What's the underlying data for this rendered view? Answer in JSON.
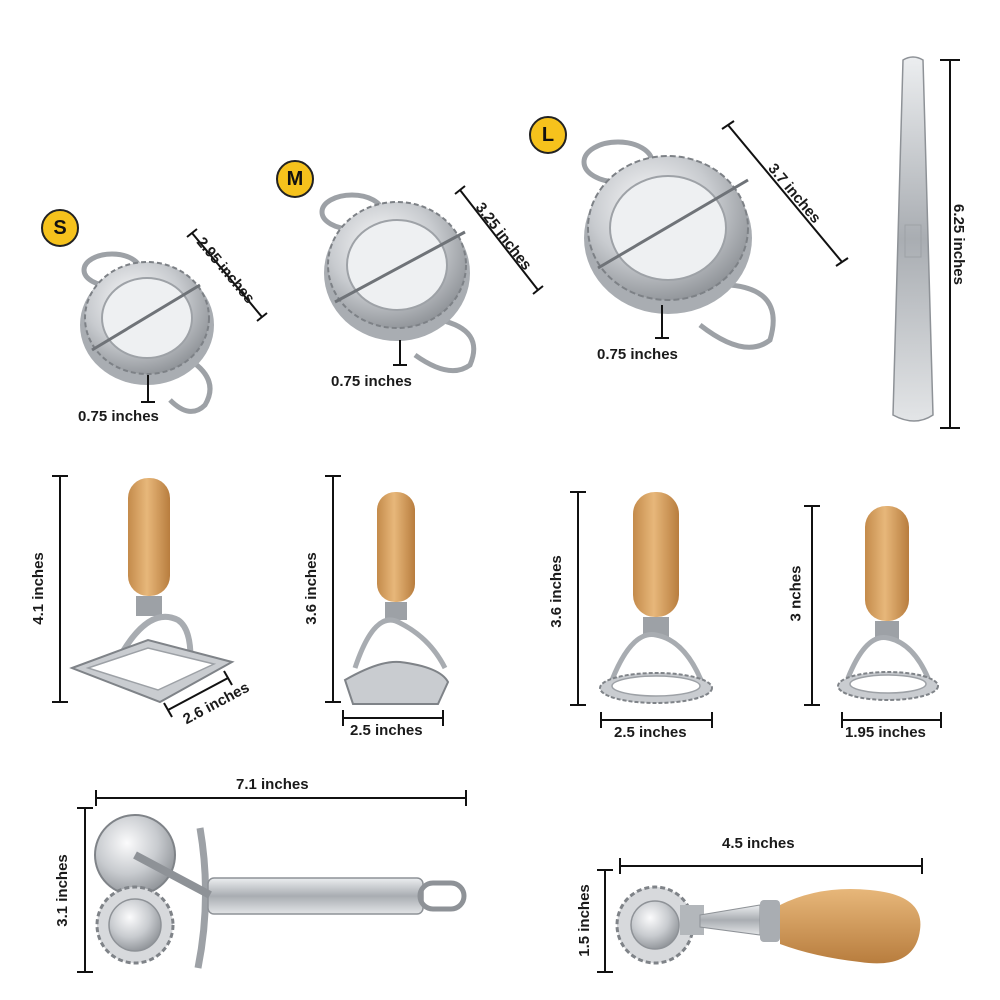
{
  "sizes": {
    "small": "S",
    "medium": "M",
    "large": "L"
  },
  "dumpling_molds": {
    "small": {
      "diameter": "2.95 inches",
      "depth": "0.75 inches"
    },
    "medium": {
      "diameter": "3.25 inches",
      "depth": "0.75 inches"
    },
    "large": {
      "diameter": "3.7 inches",
      "depth": "0.75 inches"
    }
  },
  "spatula": {
    "length": "6.25 inches"
  },
  "stamps": {
    "square": {
      "height": "4.1 inches",
      "width": "2.6 inches"
    },
    "triangle": {
      "height": "3.6 inches",
      "width": "2.5 inches"
    },
    "round_large": {
      "height": "3.6 inches",
      "width": "2.5 inches"
    },
    "round_small": {
      "height": "3 nches",
      "width": "1.95 inches"
    }
  },
  "pastry_wheel": {
    "length": "7.1 inches",
    "height": "3.1 inches"
  },
  "ravioli_wheel": {
    "length": "4.5 inches",
    "height": "1.5 inches"
  },
  "colors": {
    "badge": "#f6c21c",
    "steel": "#c9ccd0",
    "wood": "#d9a766"
  }
}
